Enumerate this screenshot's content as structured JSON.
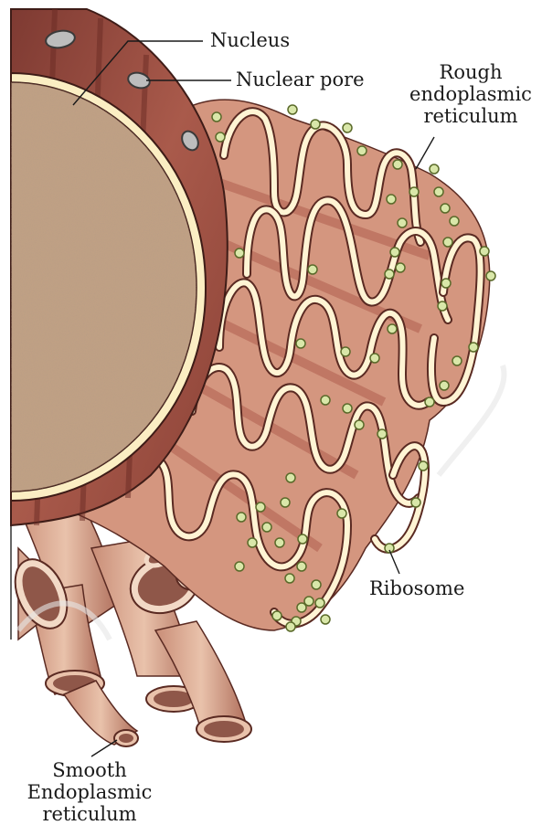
{
  "labels": {
    "nucleus": "Nucleus",
    "nuclear_pore": "Nuclear pore",
    "rough_er": [
      "Rough",
      "endoplasmic",
      "reticulum"
    ],
    "ribosome": "Ribosome",
    "smooth_er": [
      "Smooth",
      "Endoplasmic",
      "reticulum"
    ]
  },
  "colors": {
    "membrane": "#e3b69b",
    "membrane_dark": "#a85a4a",
    "lumen": "#fff4d4",
    "nucleoplasm": "#c2a184",
    "ribosome": "#d9e7a9",
    "envelope": "#9d4b3e"
  }
}
